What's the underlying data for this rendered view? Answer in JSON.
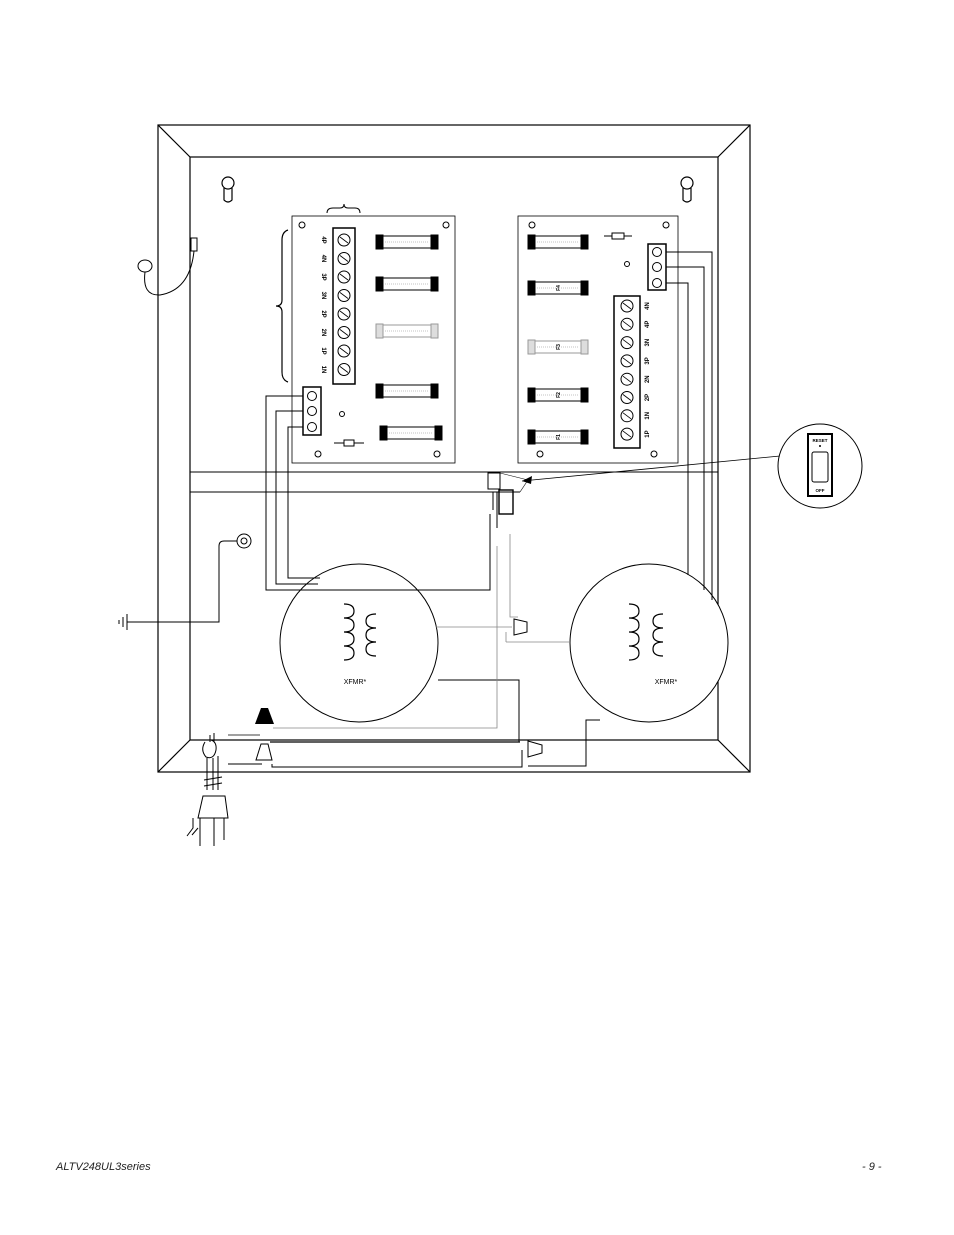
{
  "diagram": {
    "transformer_left_label": "XFMR*",
    "transformer_right_label": "XFMR*",
    "switch_top_label": "RESET",
    "switch_bottom_label": "OFF",
    "left_board_terminals": [
      "4P",
      "4N",
      "3P",
      "3N",
      "2P",
      "2N",
      "1P",
      "1N"
    ],
    "right_board_terminals": [
      "4N",
      "4P",
      "3N",
      "3P",
      "2N",
      "2P",
      "1N",
      "1P"
    ],
    "right_board_fuses": [
      "F4",
      "F3",
      "F2",
      "F1"
    ]
  },
  "footer": {
    "model": "ALTV248UL3series",
    "page": "- 9 -"
  }
}
